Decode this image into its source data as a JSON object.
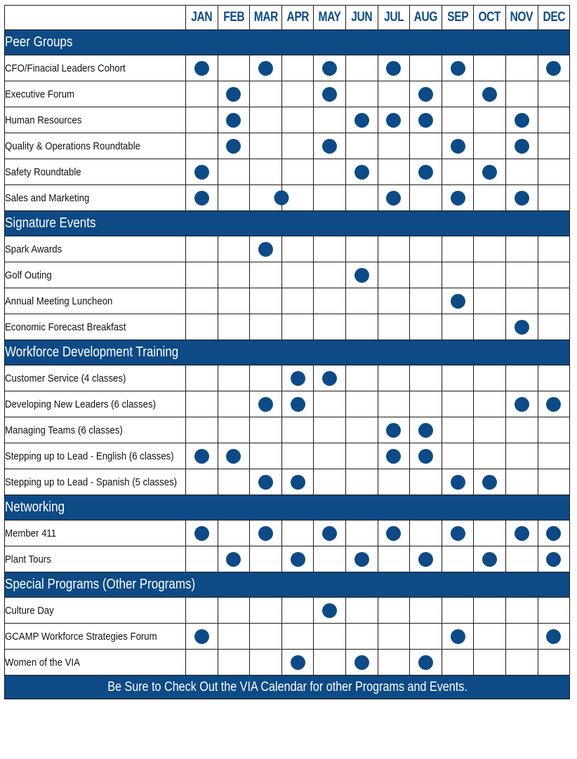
{
  "months": [
    "JAN",
    "FEB",
    "MAR",
    "APR",
    "MAY",
    "JUN",
    "JUL",
    "AUG",
    "SEP",
    "OCT",
    "NOV",
    "DEC"
  ],
  "colors": {
    "primary": "#0d4a86",
    "grid": "#1a1a1a"
  },
  "sections": [
    {
      "title": "Peer Groups",
      "rows": [
        {
          "label": "CFO/Finacial Leaders Cohort",
          "months": [
            0,
            2,
            4,
            6,
            8,
            11
          ]
        },
        {
          "label": "Executive Forum",
          "months": [
            1,
            4,
            7,
            9
          ]
        },
        {
          "label": "Human Resources",
          "months": [
            1,
            5,
            6,
            7,
            10
          ]
        },
        {
          "label": "Quality & Operations Roundtable",
          "months": [
            1,
            4,
            8,
            10
          ]
        },
        {
          "label": "Safety Roundtable",
          "months": [
            0,
            5,
            7,
            9
          ]
        },
        {
          "label": "Sales and Marketing",
          "months": [
            0,
            2.5,
            6,
            8,
            10
          ]
        }
      ]
    },
    {
      "title": "Signature Events",
      "rows": [
        {
          "label": "Spark Awards",
          "months": [
            2
          ]
        },
        {
          "label": "Golf Outing",
          "months": [
            5
          ]
        },
        {
          "label": "Annual Meeting Luncheon",
          "months": [
            8
          ]
        },
        {
          "label": "Economic Forecast Breakfast",
          "months": [
            10
          ]
        }
      ]
    },
    {
      "title": "Workforce Development Training",
      "rows": [
        {
          "label": "Customer Service (4 classes)",
          "months": [
            3,
            4
          ]
        },
        {
          "label": "Developing New Leaders (6 classes)",
          "months": [
            2,
            3,
            10,
            11
          ]
        },
        {
          "label": "Managing Teams (6 classes)",
          "months": [
            6,
            7
          ]
        },
        {
          "label": "Stepping up to Lead - English (6 classes)",
          "months": [
            0,
            1,
            6,
            7
          ]
        },
        {
          "label": "Stepping up to Lead - Spanish (5 classes)",
          "months": [
            2,
            3,
            8,
            9
          ]
        }
      ]
    },
    {
      "title": "Networking",
      "rows": [
        {
          "label": "Member 411",
          "months": [
            0,
            2,
            4,
            6,
            8,
            10,
            11
          ]
        },
        {
          "label": "Plant Tours",
          "months": [
            1,
            3,
            5,
            7,
            9,
            11
          ]
        }
      ]
    },
    {
      "title": "Special Programs (Other Programs)",
      "rows": [
        {
          "label": "Culture Day",
          "months": [
            4
          ]
        },
        {
          "label": "GCAMP Workforce Strategies Forum",
          "months": [
            0,
            8,
            11
          ]
        },
        {
          "label": "Women of the VIA",
          "months": [
            3,
            5,
            7
          ]
        }
      ]
    }
  ],
  "footer": "Be Sure to Check Out the VIA Calendar for other Programs and Events."
}
